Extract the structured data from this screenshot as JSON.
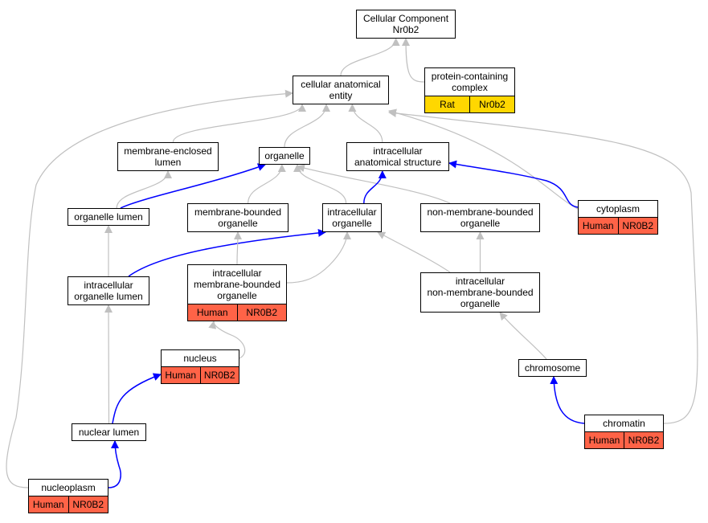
{
  "colors": {
    "gray_edge": "#c0c0c0",
    "blue_edge": "#0000ff",
    "human_fill": "#ff6347",
    "rat_fill": "#ffd700"
  },
  "nodes": [
    {
      "id": "cc",
      "label": "Cellular Component\nNr0b2"
    },
    {
      "id": "cae",
      "label": "cellular anatomical\nentity"
    },
    {
      "id": "pcc",
      "label": "protein-containing\ncomplex",
      "species": "Rat",
      "gene": "Nr0b2",
      "fill": "rat"
    },
    {
      "id": "mel",
      "label": "membrane-enclosed\nlumen"
    },
    {
      "id": "org",
      "label": "organelle"
    },
    {
      "id": "ias",
      "label": "intracellular\nanatomical structure"
    },
    {
      "id": "ol",
      "label": "organelle lumen"
    },
    {
      "id": "mbo",
      "label": "membrane-bounded\norganelle"
    },
    {
      "id": "io",
      "label": "intracellular\norganelle"
    },
    {
      "id": "nmbo",
      "label": "non-membrane-bounded\norganelle"
    },
    {
      "id": "cyto",
      "label": "cytoplasm",
      "species": "Human",
      "gene": "NR0B2",
      "fill": "human"
    },
    {
      "id": "iol",
      "label": "intracellular\norganelle lumen"
    },
    {
      "id": "imbo",
      "label": "intracellular\nmembrane-bounded\norganelle",
      "species": "Human",
      "gene": "NR0B2",
      "fill": "human"
    },
    {
      "id": "inmbo",
      "label": "intracellular\nnon-membrane-bounded\norganelle"
    },
    {
      "id": "nuc",
      "label": "nucleus",
      "species": "Human",
      "gene": "NR0B2",
      "fill": "human"
    },
    {
      "id": "chrs",
      "label": "chromosome"
    },
    {
      "id": "nl",
      "label": "nuclear lumen"
    },
    {
      "id": "chrt",
      "label": "chromatin",
      "species": "Human",
      "gene": "NR0B2",
      "fill": "human"
    },
    {
      "id": "np",
      "label": "nucleoplasm",
      "species": "Human",
      "gene": "NR0B2",
      "fill": "human"
    }
  ],
  "edges": [
    {
      "from": "cae",
      "to": "cc",
      "color": "gray"
    },
    {
      "from": "pcc",
      "to": "cc",
      "color": "gray"
    },
    {
      "from": "mel",
      "to": "cae",
      "color": "gray"
    },
    {
      "from": "org",
      "to": "cae",
      "color": "gray"
    },
    {
      "from": "ias",
      "to": "cae",
      "color": "gray"
    },
    {
      "from": "cyto",
      "to": "cae",
      "color": "gray"
    },
    {
      "from": "chrt",
      "to": "cae",
      "color": "gray"
    },
    {
      "from": "np",
      "to": "cae",
      "color": "gray"
    },
    {
      "from": "ol",
      "to": "mel",
      "color": "gray"
    },
    {
      "from": "ol",
      "to": "org",
      "color": "blue"
    },
    {
      "from": "mbo",
      "to": "org",
      "color": "gray"
    },
    {
      "from": "io",
      "to": "org",
      "color": "gray"
    },
    {
      "from": "nmbo",
      "to": "org",
      "color": "gray"
    },
    {
      "from": "io",
      "to": "ias",
      "color": "blue"
    },
    {
      "from": "cyto",
      "to": "ias",
      "color": "blue"
    },
    {
      "from": "iol",
      "to": "ol",
      "color": "gray"
    },
    {
      "from": "iol",
      "to": "io",
      "color": "blue"
    },
    {
      "from": "imbo",
      "to": "mbo",
      "color": "gray"
    },
    {
      "from": "imbo",
      "to": "io",
      "color": "gray"
    },
    {
      "from": "inmbo",
      "to": "io",
      "color": "gray"
    },
    {
      "from": "inmbo",
      "to": "nmbo",
      "color": "gray"
    },
    {
      "from": "nuc",
      "to": "imbo",
      "color": "gray"
    },
    {
      "from": "nl",
      "to": "iol",
      "color": "gray"
    },
    {
      "from": "nl",
      "to": "nuc",
      "color": "blue"
    },
    {
      "from": "chrs",
      "to": "inmbo",
      "color": "gray"
    },
    {
      "from": "chrt",
      "to": "chrs",
      "color": "blue"
    },
    {
      "from": "np",
      "to": "nl",
      "color": "blue"
    }
  ]
}
